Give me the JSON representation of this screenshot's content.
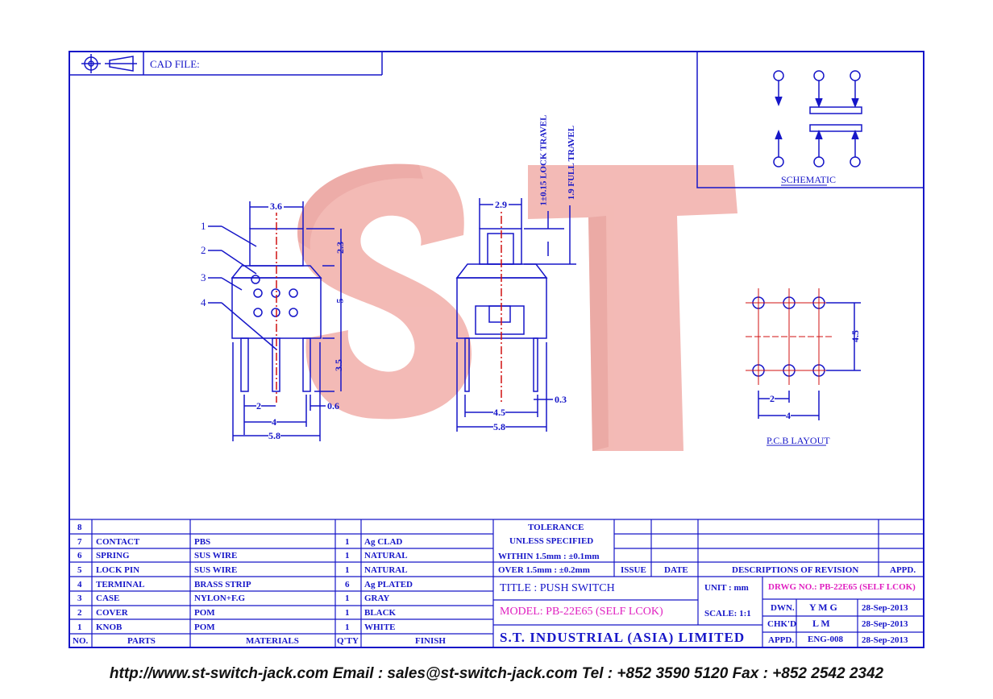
{
  "header": {
    "cad_label": "CAD FILE:"
  },
  "schematic": {
    "label": "SCHEMATIC"
  },
  "front_view": {
    "callouts": [
      "1",
      "2",
      "3",
      "4"
    ],
    "dims": {
      "width_top": "3.6",
      "knob_h": "2.3",
      "body_h": "5",
      "pin_len": "3.5",
      "pin_pitch": "2",
      "pin_span": "4",
      "pin_w": "0.6",
      "total_w": "5.8"
    }
  },
  "side_view": {
    "dims": {
      "width_top": "2.9",
      "lock_travel": "1±0.15 LOCK TRAVEL",
      "full_travel": "1.9 FULL TRAVEL",
      "pin_span": "4.5",
      "pin_t": "0.3",
      "total_w": "5.8"
    }
  },
  "pcb": {
    "label": "P.C.B LAYOUT",
    "dims": {
      "pitch": "2",
      "span": "4",
      "row_gap": "4.5"
    }
  },
  "parts": [
    {
      "no": "8",
      "part": "",
      "material": "",
      "qty": "",
      "finish": ""
    },
    {
      "no": "7",
      "part": "CONTACT",
      "material": "PBS",
      "qty": "1",
      "finish": "Ag CLAD"
    },
    {
      "no": "6",
      "part": "SPRING",
      "material": "SUS WIRE",
      "qty": "1",
      "finish": "NATURAL"
    },
    {
      "no": "5",
      "part": "LOCK PIN",
      "material": "SUS WIRE",
      "qty": "1",
      "finish": "NATURAL"
    },
    {
      "no": "4",
      "part": "TERMINAL",
      "material": "BRASS STRIP",
      "qty": "6",
      "finish": "Ag PLATED"
    },
    {
      "no": "3",
      "part": "CASE",
      "material": "NYLON+F.G",
      "qty": "1",
      "finish": "GRAY"
    },
    {
      "no": "2",
      "part": "COVER",
      "material": "POM",
      "qty": "1",
      "finish": "BLACK"
    },
    {
      "no": "1",
      "part": "KNOB",
      "material": "POM",
      "qty": "1",
      "finish": "WHITE"
    }
  ],
  "parts_header": {
    "no": "NO.",
    "part": "PARTS",
    "material": "MATERIALS",
    "qty": "Q'TY",
    "finish": "FINISH"
  },
  "tolerance": {
    "title": "TOLERANCE",
    "sub": "UNLESS SPECIFIED",
    "within": "WITHIN 1.5mm : ±0.1mm",
    "over": "OVER 1.5mm : ±0.2mm"
  },
  "revision": {
    "issue": "ISSUE",
    "date": "DATE",
    "desc": "DESCRIPTIONS OF REVISION",
    "appd": "APPD."
  },
  "title_block": {
    "title": "TITLE : PUSH SWITCH",
    "model": "MODEL: PB-22E65 (SELF LCOK)",
    "company": "S.T. INDUSTRIAL (ASIA) LIMITED",
    "unit": "UNIT : mm",
    "scale": "SCALE: 1:1",
    "drwg": "DRWG NO.: PB-22E65 (SELF LCOK)",
    "dwn_label": "DWN.",
    "dwn": "Y M G",
    "dwn_date": "28-Sep-2013",
    "chk_label": "CHK'D",
    "chk": "L M",
    "chk_date": "28-Sep-2013",
    "appd_label": "APPD.",
    "appd": "ENG-008",
    "appd_date": "28-Sep-2013"
  },
  "footer": "http://www.st-switch-jack.com  Email : sales@st-switch-jack.com  Tel : +852 3590 5120  Fax : +852 2542 2342",
  "colors": {
    "line": "#1616c8",
    "watermark": "#f2b3ae",
    "center": "#d01010",
    "accent": "#e020c0"
  }
}
